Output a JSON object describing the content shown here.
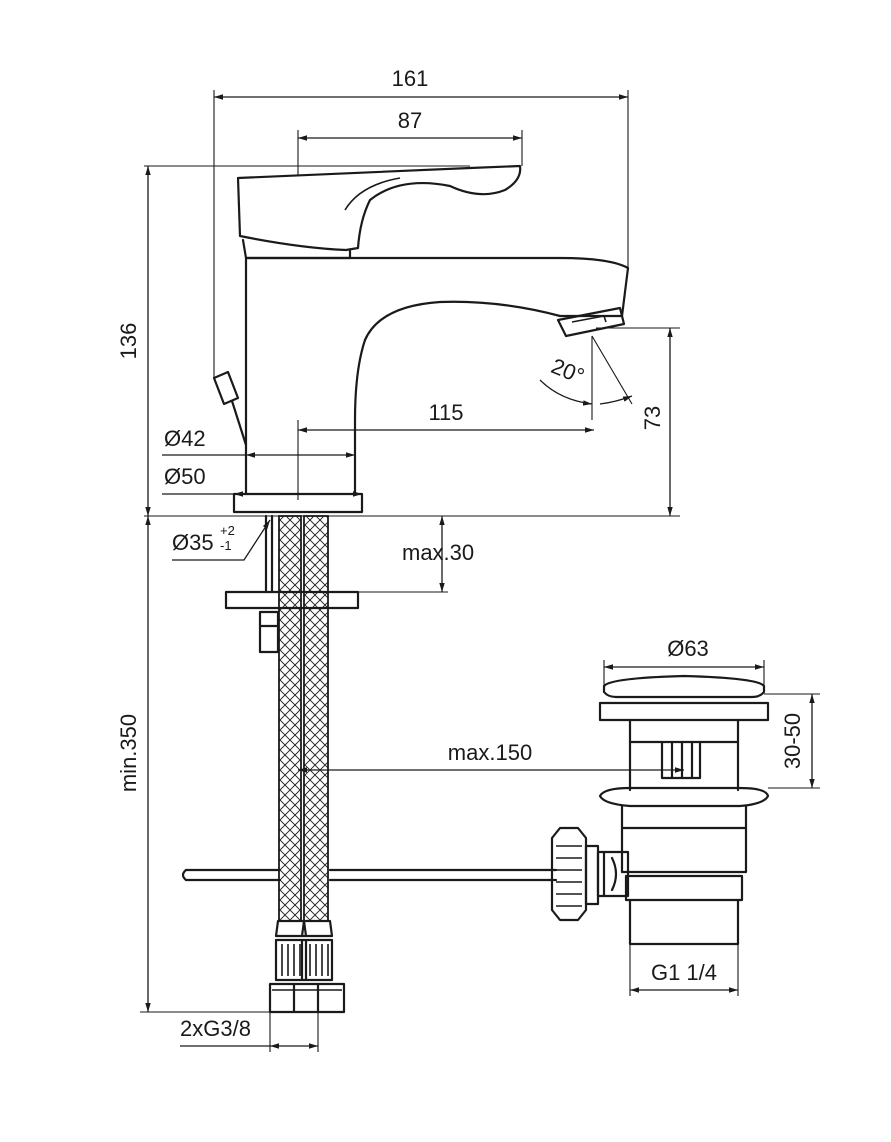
{
  "dimensions": {
    "overall_width": "161",
    "lever_width": "87",
    "height": "136",
    "spout_height": "73",
    "spout_angle": "20°",
    "spout_reach": "115",
    "body_diameter": "Ø42",
    "base_diameter": "Ø50",
    "hole_diameter": "Ø35",
    "hole_tol_plus": "+2",
    "hole_tol_minus": "-1",
    "max_deck": "max.30",
    "min_hose": "min.350",
    "max_rod": "max.150",
    "waste_diameter": "Ø63",
    "waste_height": "30-50",
    "waste_thread": "G1 1/4",
    "hose_thread": "2xG3/8"
  },
  "colors": {
    "line": "#1a1a1a",
    "background": "#ffffff"
  }
}
